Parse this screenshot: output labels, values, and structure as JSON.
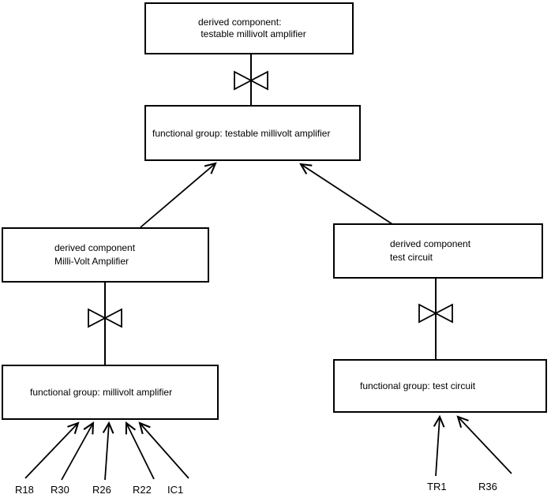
{
  "diagram": {
    "colors": {
      "line": "#000000",
      "background": "#ffffff",
      "node_fill": "#ffffff",
      "text": "#000000"
    },
    "nodes": {
      "derived_testable": {
        "label": "derived component:\n testable millivolt amplifier"
      },
      "fg_testable": {
        "label": "functional group: testable millivolt amplifier"
      },
      "derived_millivolt": {
        "label": "derived component\nMilli-Volt Amplifier"
      },
      "fg_millivolt": {
        "label": "functional group: millivolt amplifier"
      },
      "derived_test": {
        "label": "derived component\ntest circuit"
      },
      "fg_test": {
        "label": "functional group: test circuit"
      }
    },
    "leaf_labels": [
      "R18",
      "R30",
      "R26",
      "R22",
      "IC1",
      "TR1",
      "R36"
    ]
  }
}
